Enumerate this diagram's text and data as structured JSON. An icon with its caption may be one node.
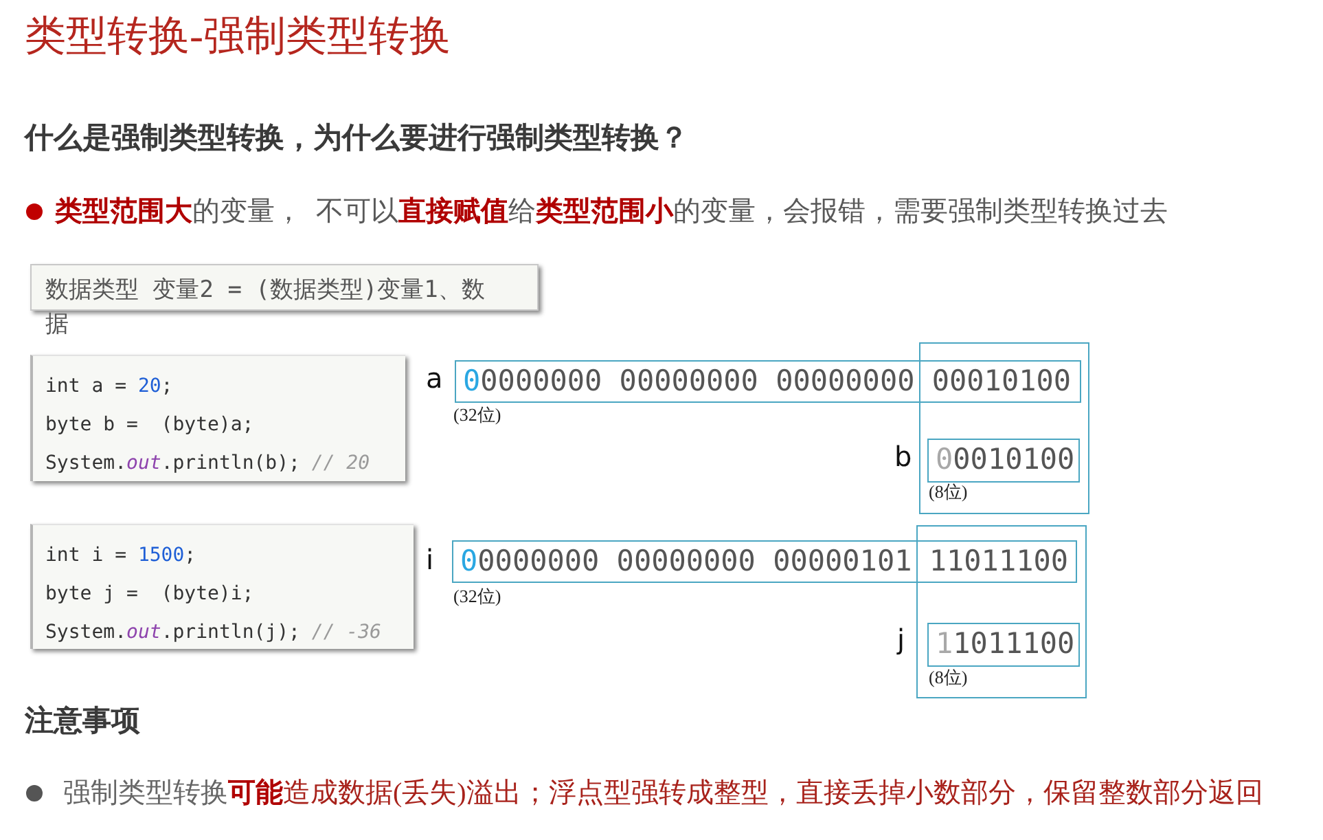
{
  "diagram": {
    "title": "类型转换-强制类型转换",
    "nodes": [
      {
        "text": [
          "数据类型 变量2 = (数据类型)变量1、数据"
        ]
      },
      {
        "text": [
          "int a = 20;",
          "byte b =  (byte)a;",
          "System.*out*.println(b); *// 20*"
        ]
      },
      {
        "text": [
          "00000000 00000000 00000000 00010100"
        ],
        "beside": [
          "a",
          "(32位)"
        ]
      },
      {
        "text": [],
        "shape": "box"
      },
      {
        "text": [
          "00010100"
        ],
        "beside": [
          "b",
          "(8位)"
        ],
        "in": 3
      },
      {
        "text": [
          "int i = 1500;",
          "byte j =  (byte)i;",
          "System.*out*.println(j); *// -36*"
        ]
      },
      {
        "text": [
          "00000000 00000000 00000101 11011100"
        ],
        "beside": [
          "i",
          "(32位)"
        ]
      },
      {
        "text": [],
        "shape": "box"
      },
      {
        "text": [
          "11011100"
        ],
        "beside": [
          "j",
          "(8位)"
        ],
        "in": 7
      }
    ],
    "labels": [
      "什么是强制类型转换，为什么要进行强制类型转换？",
      "**类型范围大**的变量，  不可以**直接赋值**给**类型范围小**的变量，会报错，需要强制类型转换过去",
      "注意事项",
      "强制类型转换**可能**造成数据(丢失)溢出；浮点型强转成整型，直接丢掉小数部分，保留整数部分返回"
    ]
  }
}
